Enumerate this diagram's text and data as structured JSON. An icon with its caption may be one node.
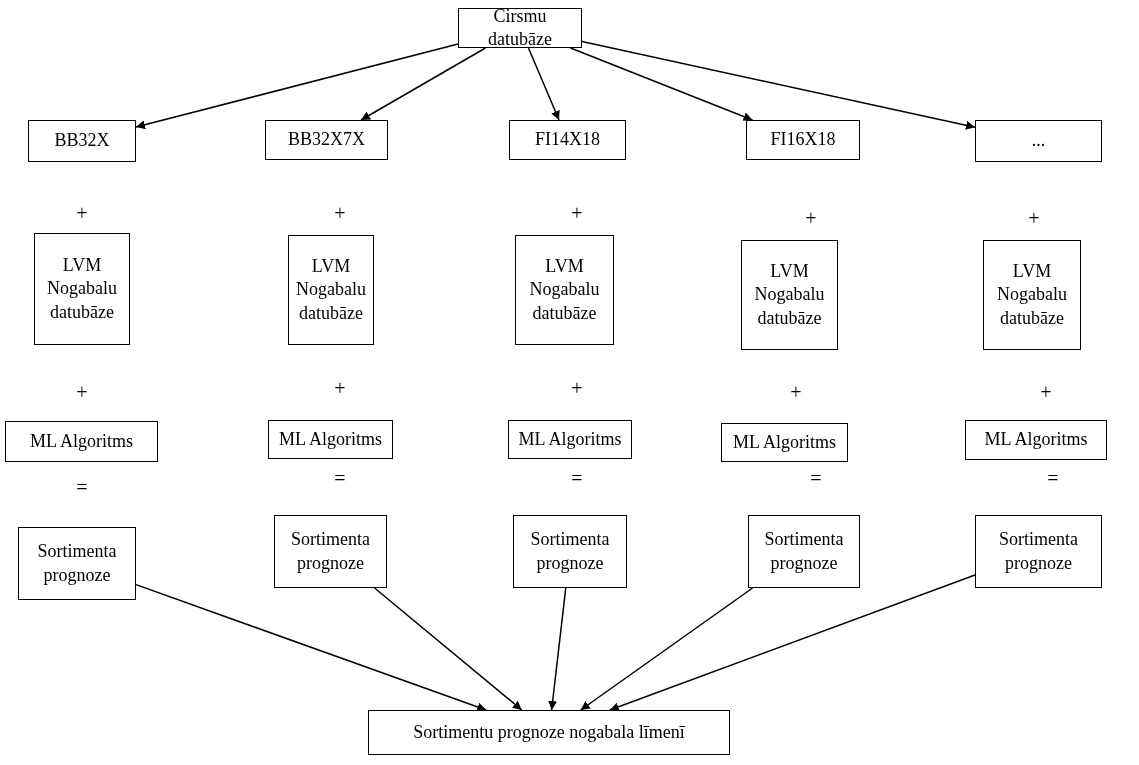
{
  "diagram": {
    "nodes": [
      {
        "text": [
          "Cirsmu datubāze"
        ]
      },
      {
        "text": [
          "BB32X"
        ]
      },
      {
        "text": [
          "BB32X7X"
        ]
      },
      {
        "text": [
          "FI14X18"
        ]
      },
      {
        "text": [
          "FI16X18"
        ]
      },
      {
        "text": [
          "..."
        ]
      },
      {
        "text": [
          "LVM Nogabalu datubāze"
        ]
      },
      {
        "text": [
          "LVM Nogabalu datubāze"
        ]
      },
      {
        "text": [
          "LVM Nogabalu datubāze"
        ]
      },
      {
        "text": [
          "LVM Nogabalu datubāze"
        ]
      },
      {
        "text": [
          "LVM Nogabalu datubāze"
        ]
      },
      {
        "text": [
          "ML Algoritms"
        ]
      },
      {
        "text": [
          "ML Algoritms"
        ]
      },
      {
        "text": [
          "ML Algoritms"
        ]
      },
      {
        "text": [
          "ML Algoritms"
        ]
      },
      {
        "text": [
          "ML Algoritms"
        ]
      },
      {
        "text": [
          "Sortimenta prognoze"
        ]
      },
      {
        "text": [
          "Sortimenta prognoze"
        ]
      },
      {
        "text": [
          "Sortimenta prognoze"
        ]
      },
      {
        "text": [
          "Sortimenta prognoze"
        ]
      },
      {
        "text": [
          "Sortimenta prognoze"
        ]
      },
      {
        "text": [
          "Sortimentu prognoze nogabala līmenī"
        ]
      }
    ],
    "edges": [
      {
        "from": 0,
        "to": 1,
        "arrow": "to"
      },
      {
        "from": 0,
        "to": 2,
        "arrow": "to"
      },
      {
        "from": 0,
        "to": 3,
        "arrow": "to"
      },
      {
        "from": 0,
        "to": 4,
        "arrow": "to"
      },
      {
        "from": 0,
        "to": 5,
        "arrow": "to"
      },
      {
        "from": 16,
        "to": 21,
        "arrow": "to"
      },
      {
        "from": 17,
        "to": 21,
        "arrow": "to"
      },
      {
        "from": 18,
        "to": 21,
        "arrow": "to"
      },
      {
        "from": 19,
        "to": 21,
        "arrow": "to"
      },
      {
        "from": 20,
        "to": 21,
        "arrow": "to"
      }
    ],
    "labels": [
      "+",
      "+",
      "+",
      "+",
      "+",
      "+",
      "+",
      "+",
      "+",
      "+",
      "=",
      "=",
      "=",
      "=",
      "="
    ]
  }
}
